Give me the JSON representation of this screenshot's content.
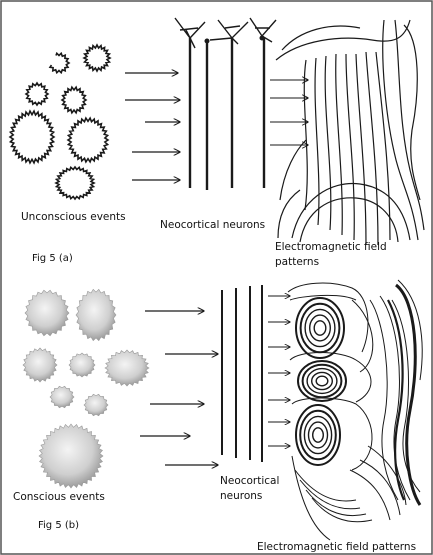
{
  "fig_a": {
    "caption": "Fig 5 (a)",
    "label_unconscious": "Unconscious events",
    "label_neurons": "Neocortical neurons",
    "label_field_line1": "Electromagnetic field",
    "label_field_line2": "patterns"
  },
  "fig_b": {
    "caption": "Fig 5 (b)",
    "label_conscious": "Conscious events",
    "label_neurons_line1": "Neocortical",
    "label_neurons_line2": "neurons",
    "label_field": "Electromagnetic field patterns"
  },
  "colors": {
    "line": "#1a1a1a",
    "border": "#555555",
    "blob_light": "#f2f2f2",
    "blob_dark": "#9a9a9a"
  }
}
